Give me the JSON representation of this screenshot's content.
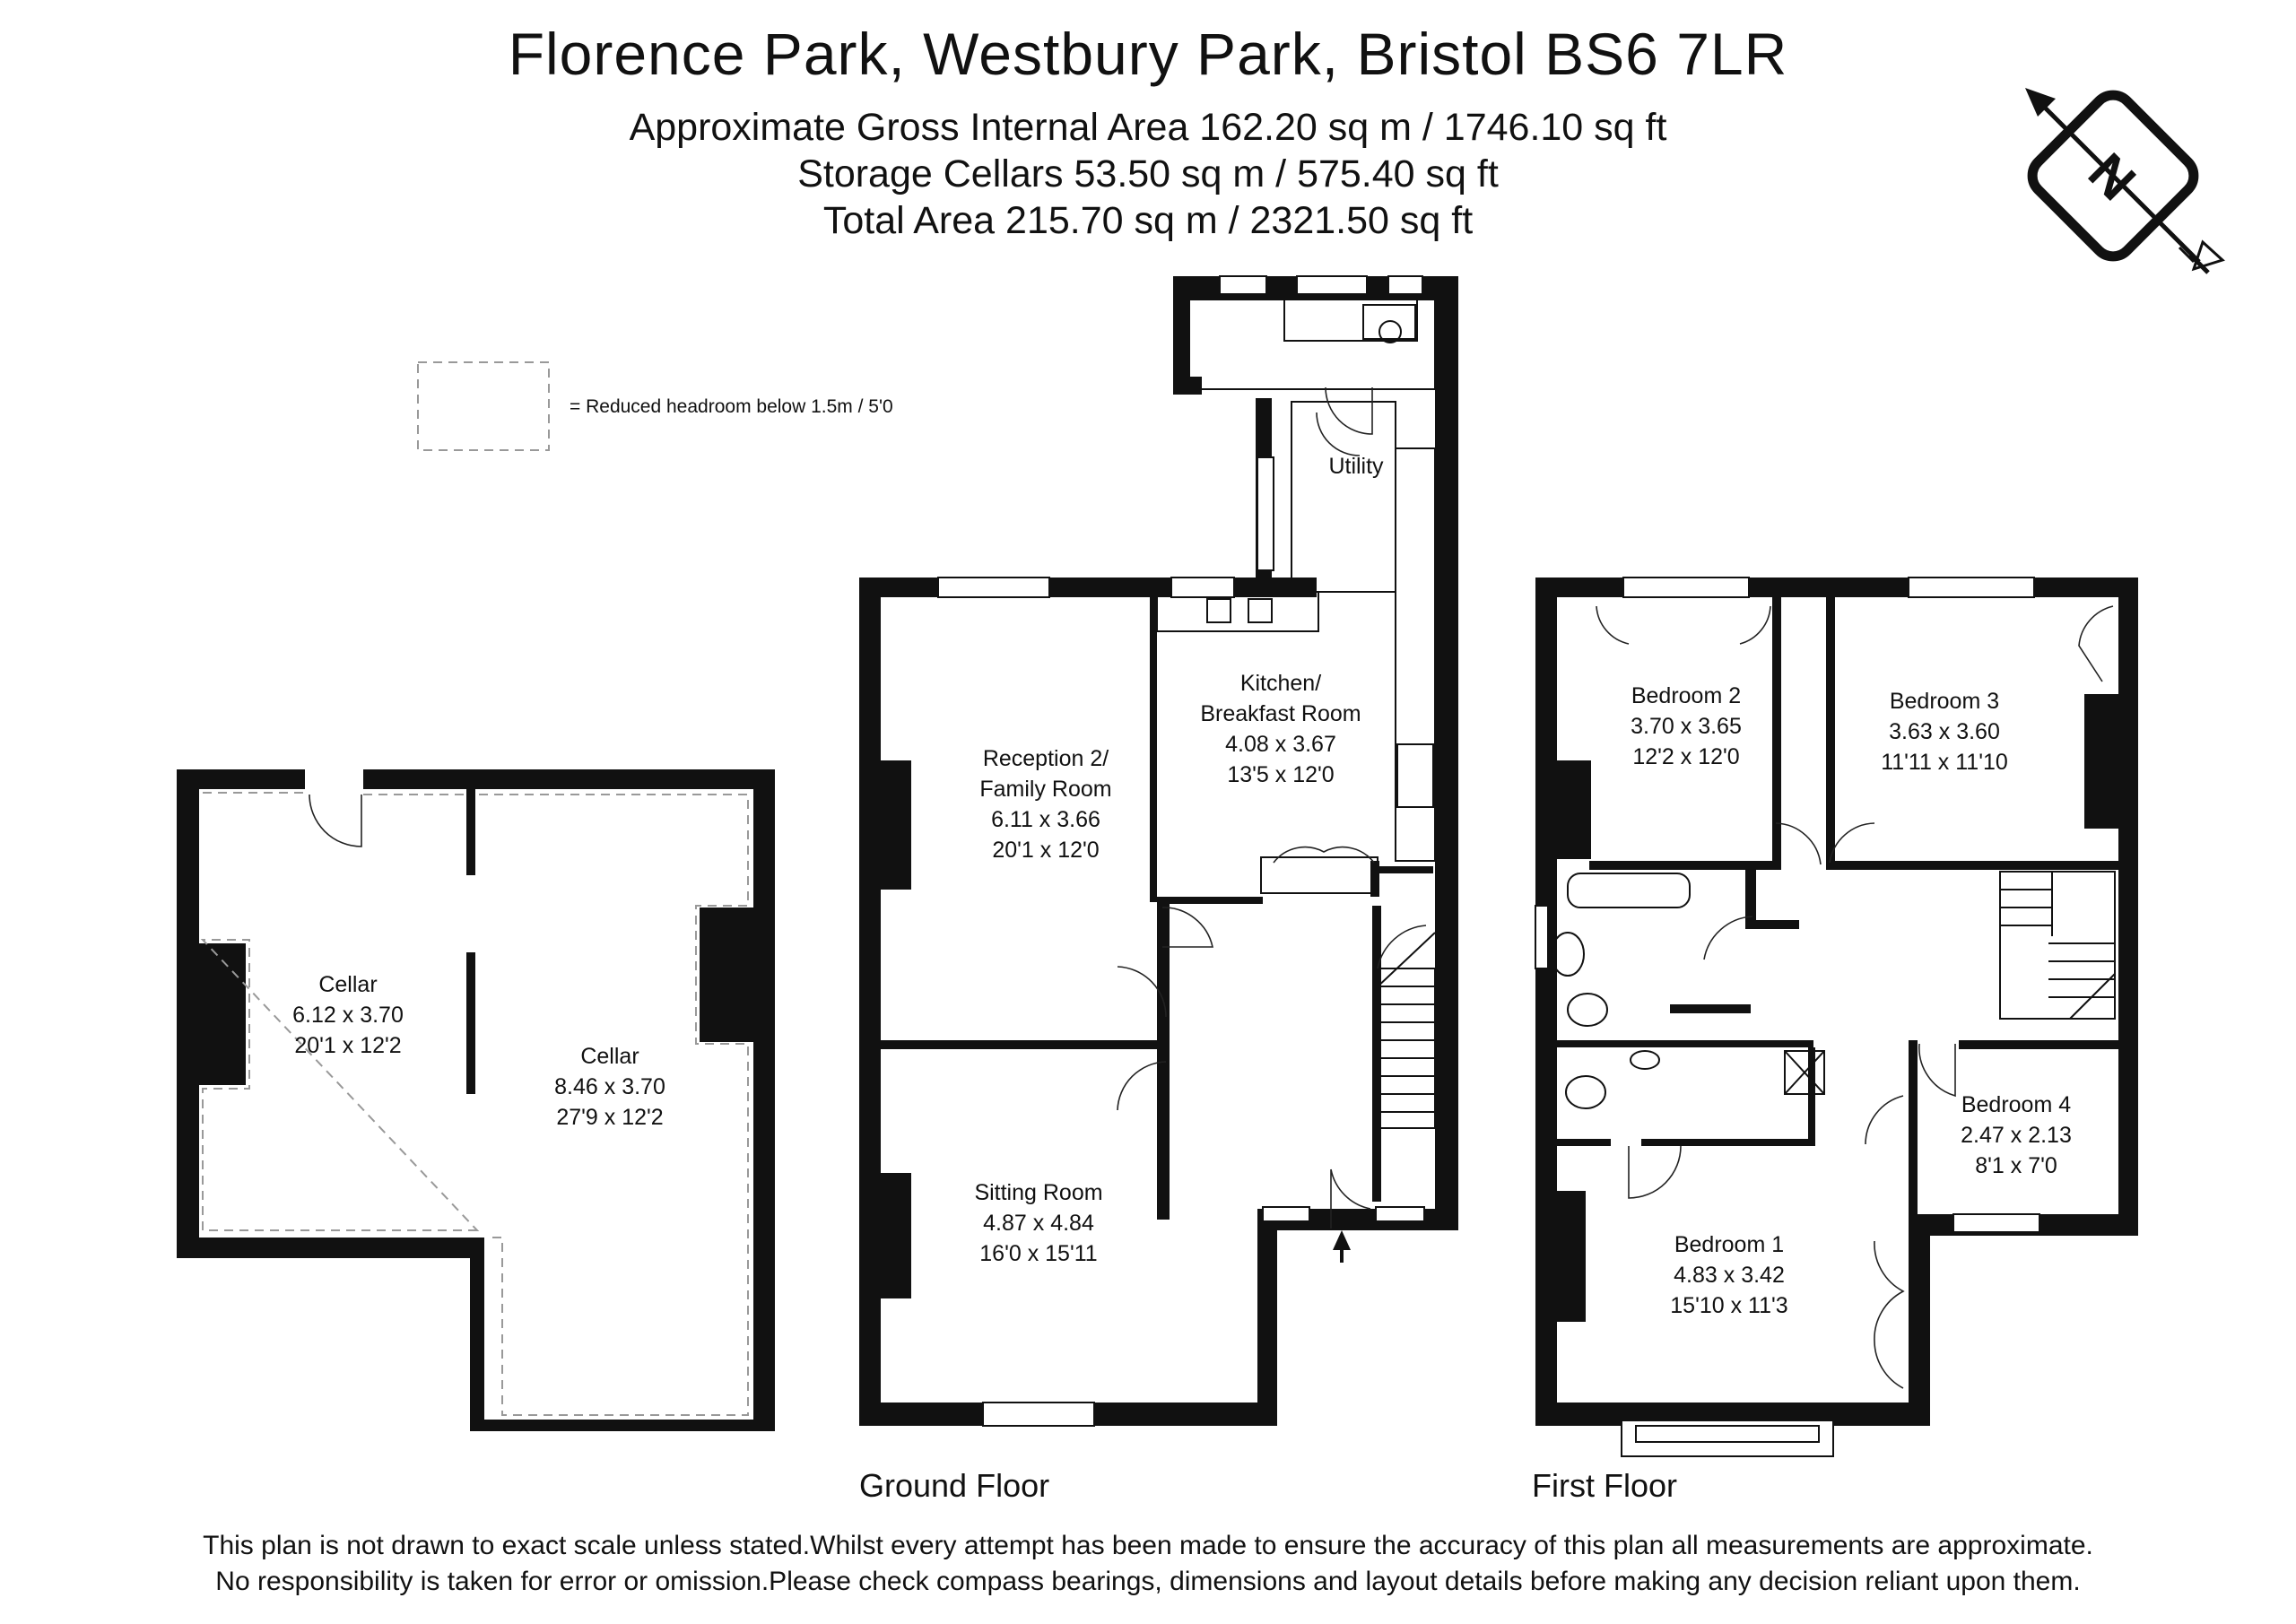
{
  "header": {
    "title": "Florence Park, Westbury Park, Bristol BS6 7LR",
    "area_gross": "Approximate Gross Internal Area 162.20 sq m / 1746.10 sq ft",
    "area_cellars": "Storage Cellars 53.50 sq m / 575.40 sq ft",
    "area_total": "Total Area 215.70 sq m / 2321.50 sq ft"
  },
  "legend": {
    "text": "=  Reduced headroom below 1.5m / 5'0"
  },
  "compass": {
    "letter": "N",
    "icon": "north-arrow-icon"
  },
  "rooms": {
    "cellar_left": {
      "name": "Cellar",
      "metric": "6.12 x 3.70",
      "imperial": "20'1 x 12'2"
    },
    "cellar_right": {
      "name": "Cellar",
      "metric": "8.46 x 3.70",
      "imperial": "27'9 x 12'2"
    },
    "reception": {
      "name1": "Reception 2/",
      "name2": "Family Room",
      "metric": "6.11 x 3.66",
      "imperial": "20'1 x 12'0"
    },
    "kitchen": {
      "name1": "Kitchen/",
      "name2": "Breakfast Room",
      "metric": "4.08 x 3.67",
      "imperial": "13'5 x 12'0"
    },
    "utility": {
      "name": "Utility"
    },
    "sitting": {
      "name": "Sitting Room",
      "metric": "4.87 x 4.84",
      "imperial": "16'0 x 15'11"
    },
    "bedroom2": {
      "name": "Bedroom 2",
      "metric": "3.70 x 3.65",
      "imperial": "12'2 x 12'0"
    },
    "bedroom3": {
      "name": "Bedroom 3",
      "metric": "3.63 x 3.60",
      "imperial": "11'11 x 11'10"
    },
    "bedroom4": {
      "name": "Bedroom 4",
      "metric": "2.47 x 2.13",
      "imperial": "8'1 x 7'0"
    },
    "bedroom1": {
      "name": "Bedroom 1",
      "metric": "4.83 x 3.42",
      "imperial": "15'10 x 11'3"
    }
  },
  "floors": {
    "ground": "Ground Floor",
    "first": "First Floor"
  },
  "disclaimer": {
    "line1": "This plan is not drawn to exact scale unless stated.Whilst every attempt has been made to ensure the accuracy of this plan all measurements are approximate.",
    "line2": "No responsibility is taken for error or omission.Please check compass bearings, dimensions and layout details before making any decision reliant upon them."
  }
}
